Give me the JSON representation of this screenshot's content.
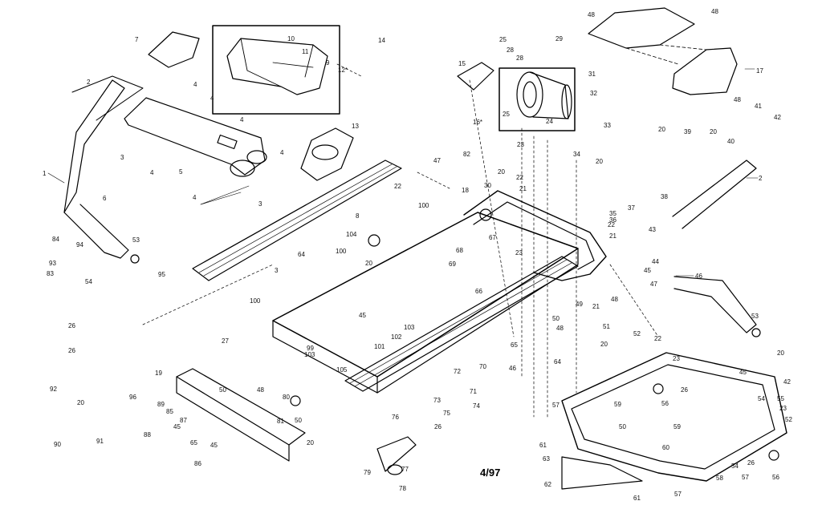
{
  "date_stamp": "4/97",
  "inset_top_label": "12*",
  "inset_motor_label": "16*",
  "part_labels": [
    "1",
    "2",
    "3",
    "4",
    "5",
    "6",
    "7",
    "8",
    "9",
    "10",
    "11",
    "13",
    "14",
    "15",
    "17",
    "18",
    "19",
    "20",
    "21",
    "22",
    "23",
    "24",
    "25",
    "26",
    "27",
    "28",
    "29",
    "30",
    "31",
    "32",
    "33",
    "34",
    "35",
    "36",
    "37",
    "38",
    "39",
    "40",
    "41",
    "42",
    "43",
    "44",
    "45",
    "46",
    "47",
    "48",
    "49",
    "50",
    "51",
    "52",
    "53",
    "54",
    "55",
    "56",
    "57",
    "58",
    "59",
    "60",
    "61",
    "62",
    "63",
    "64",
    "65",
    "66",
    "67",
    "68",
    "69",
    "70",
    "71",
    "72",
    "73",
    "74",
    "75",
    "76",
    "77",
    "78",
    "79",
    "80",
    "81",
    "82",
    "83",
    "84",
    "85",
    "86",
    "87",
    "88",
    "89",
    "90",
    "91",
    "92",
    "93",
    "94",
    "95",
    "96",
    "99",
    "100",
    "101",
    "102",
    "103",
    "104",
    "105"
  ]
}
